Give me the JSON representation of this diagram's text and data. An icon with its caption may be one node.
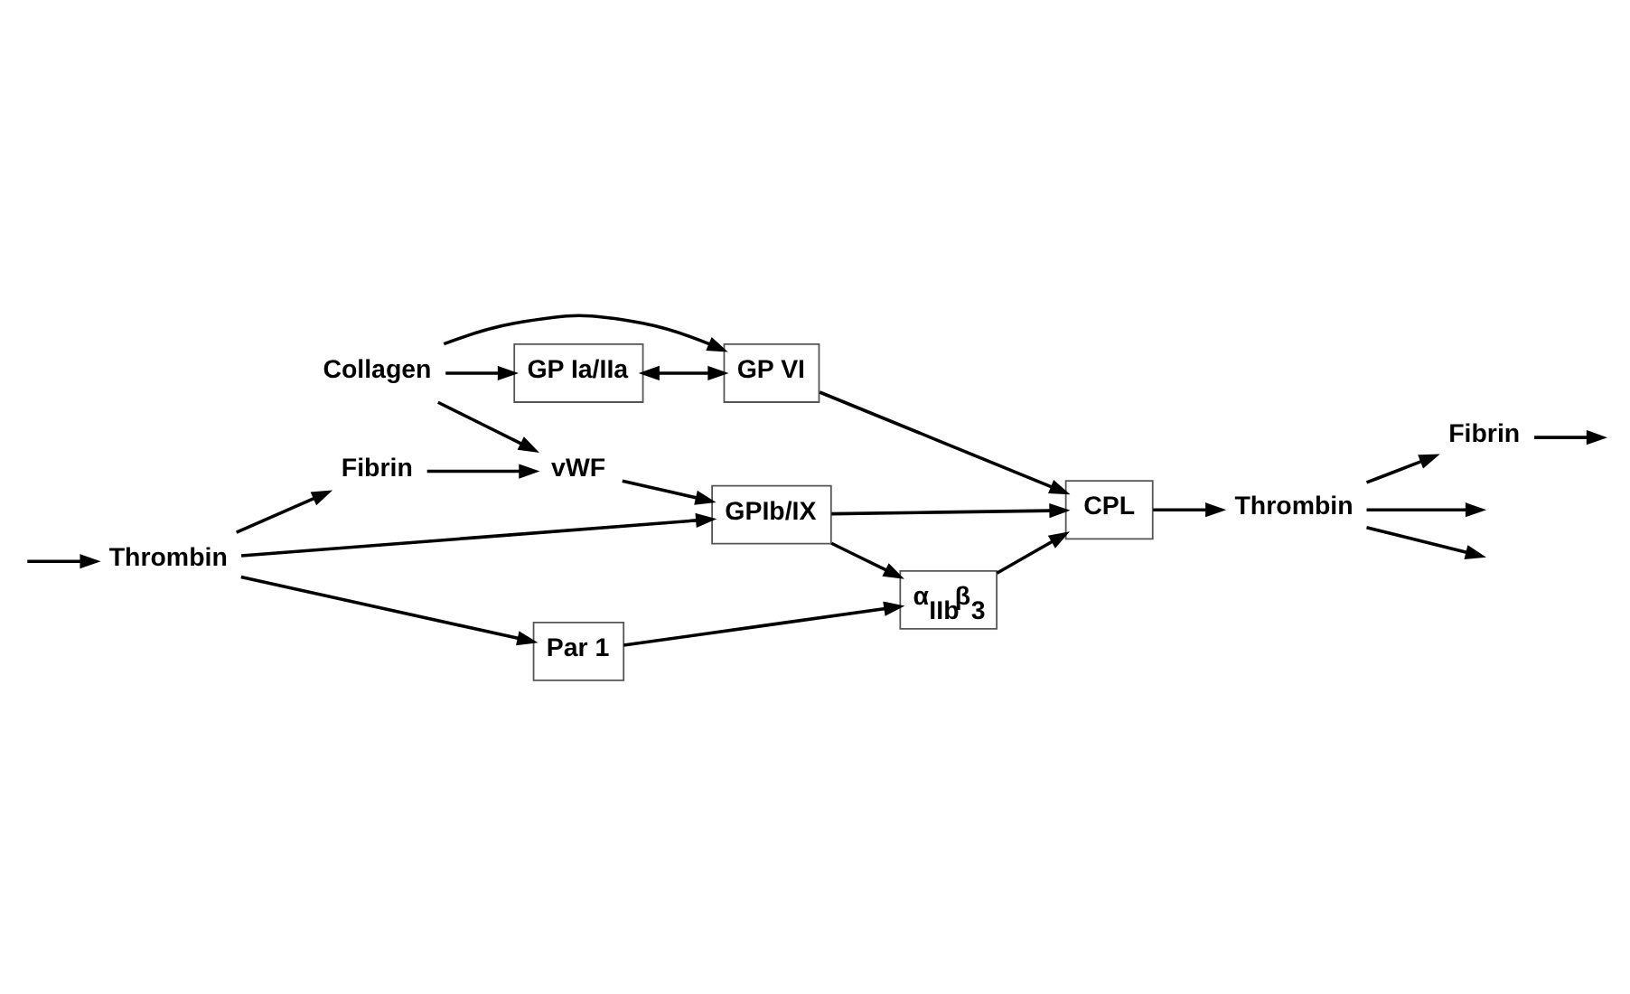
{
  "diagram": {
    "nodes": [
      {
        "text": [
          "Thrombin"
        ]
      },
      {
        "text": [
          "Fibrin"
        ]
      },
      {
        "text": [
          "vWF"
        ]
      },
      {
        "text": [
          "Collagen"
        ]
      },
      {
        "text": [
          "Par 1"
        ]
      },
      {
        "text": [
          "α$_{IIb}$β$_{3}$"
        ]
      },
      {
        "text": [
          "GPIb/IX"
        ]
      },
      {
        "text": [
          "GP Ia/IIa"
        ]
      },
      {
        "text": [
          "GP VI"
        ]
      },
      {
        "text": [
          "CPL"
        ]
      },
      {
        "text": [
          "Thrombin"
        ]
      },
      {
        "text": [
          "Fibrin"
        ]
      }
    ],
    "edges": [
      {
        "from": null,
        "to": 0,
        "arrow": "to"
      },
      {
        "from": 0,
        "to": 4,
        "arrow": "to"
      },
      {
        "from": 0,
        "to": 6,
        "arrow": "to"
      },
      {
        "from": 0,
        "to": 1,
        "arrow": "to"
      },
      {
        "from": 1,
        "to": 2,
        "arrow": "to"
      },
      {
        "from": 2,
        "to": 6,
        "arrow": "to"
      },
      {
        "from": 3,
        "to": 2,
        "arrow": "to"
      },
      {
        "from": 3,
        "to": 7,
        "arrow": "to"
      },
      {
        "from": 3,
        "to": 8,
        "arrow": "to"
      },
      {
        "from": 4,
        "to": 5,
        "arrow": "to"
      },
      {
        "from": 6,
        "to": 5,
        "arrow": "to"
      },
      {
        "from": 7,
        "to": 8,
        "arrow": "both"
      },
      {
        "from": 5,
        "to": 9,
        "arrow": "to"
      },
      {
        "from": 6,
        "to": 9,
        "arrow": "to"
      },
      {
        "from": 8,
        "to": 9,
        "arrow": "to"
      },
      {
        "from": 9,
        "to": 10,
        "arrow": "to"
      },
      {
        "from": 10,
        "to": null,
        "arrow": "to"
      },
      {
        "from": 10,
        "to": null,
        "arrow": "to"
      },
      {
        "from": 10,
        "to": 11,
        "arrow": "to"
      },
      {
        "from": 11,
        "to": null,
        "arrow": "to"
      }
    ]
  }
}
